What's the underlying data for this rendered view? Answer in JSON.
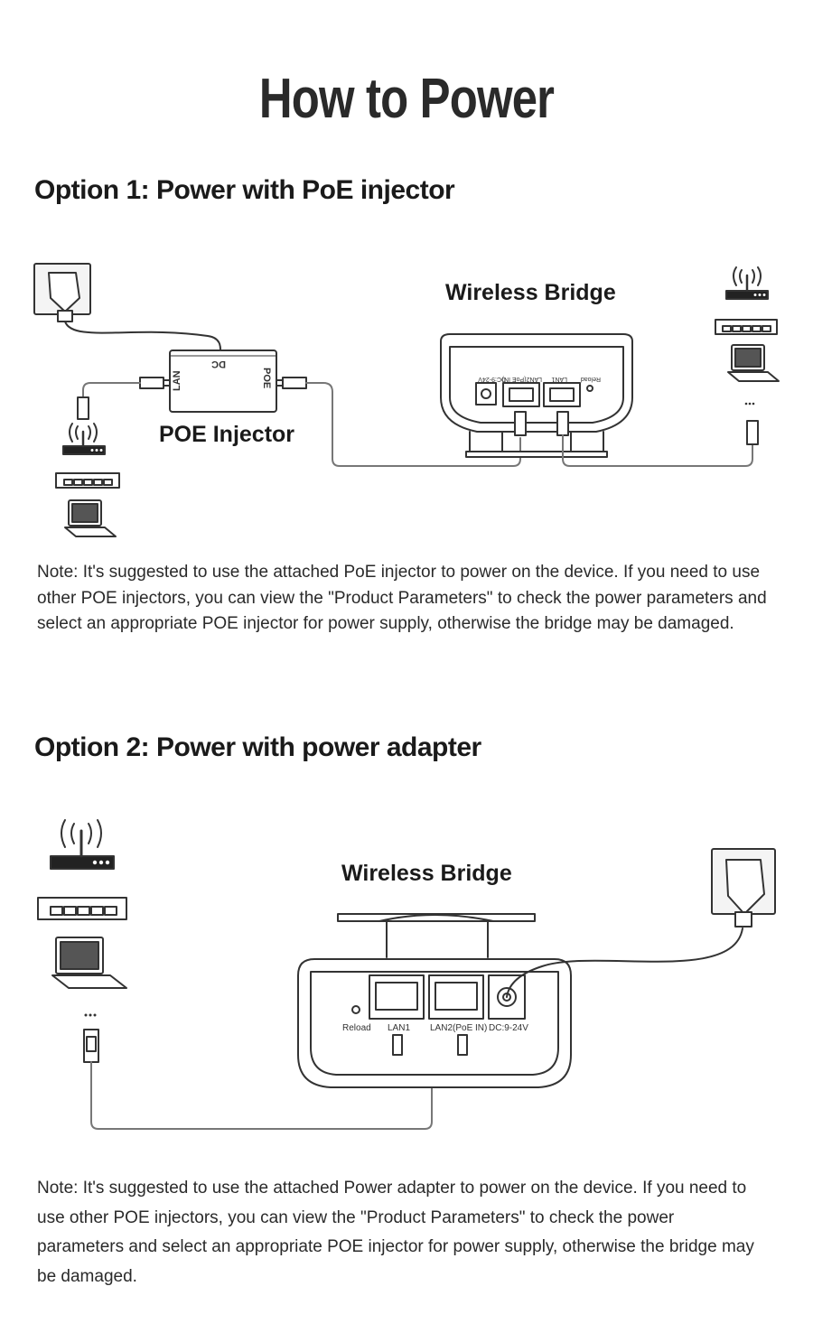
{
  "title": "How to Power",
  "option1": {
    "heading": "Option 1: Power with PoE injector",
    "bridge_label": "Wireless Bridge",
    "injector_label": "POE Injector",
    "injector_ports": {
      "dc": "DC",
      "lan": "LAN",
      "poe": "POE"
    },
    "bridge_ports": [
      "DC:9-24V",
      "LAN2(PoE IN)",
      "LAN1",
      "Reload"
    ],
    "note": "Note: It's suggested to use the attached PoE injector to power on the device. If you need to use other POE injectors, you can view the \"Product Parameters\"  to check the power parameters and select an appropriate POE injector for power supply, otherwise the bridge may be damaged."
  },
  "option2": {
    "heading": "Option 2: Power with power adapter",
    "bridge_label": "Wireless Bridge",
    "bridge_ports": [
      "Reload",
      "LAN1",
      "LAN2(PoE IN)",
      "DC:9-24V"
    ],
    "note": "Note: It's suggested to use the attached Power adapter to power on the device. If you need to use other POE injectors, you can view the \"Product Parameters\"  to check the power parameters and select an appropriate POE injector for power supply, otherwise the bridge may be damaged."
  },
  "icons": [
    "wall-socket-icon",
    "router-icon",
    "switch-icon",
    "laptop-icon",
    "ethernet-plug-icon"
  ]
}
